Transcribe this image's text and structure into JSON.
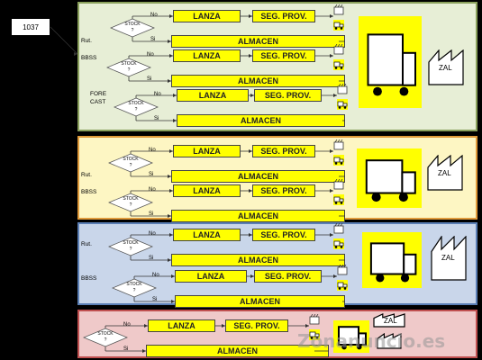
{
  "id_label": "1037",
  "labels": {
    "lanza": "LANZA",
    "seg_prov": "SEG. PROV.",
    "almacen": "ALMACEN",
    "stock": "STOCK",
    "q": "?",
    "no": "No",
    "si": "Si",
    "zal": "ZAL",
    "rut": "Rut.",
    "bbss": "BBSS",
    "fore": "FORE",
    "cast": "CAST"
  },
  "watermark": "Zonanuncio.es",
  "colors": {
    "panel1": "#e7eed6",
    "panel2": "#fdf6c3",
    "panel3": "#c9d6ea",
    "panel4": "#efc9c9",
    "border_green": "#8aa05c",
    "border_orange": "#e09a3a",
    "border_blue": "#5b7fb5",
    "border_red": "#c05050",
    "accent_yellow": "#ffff00"
  }
}
